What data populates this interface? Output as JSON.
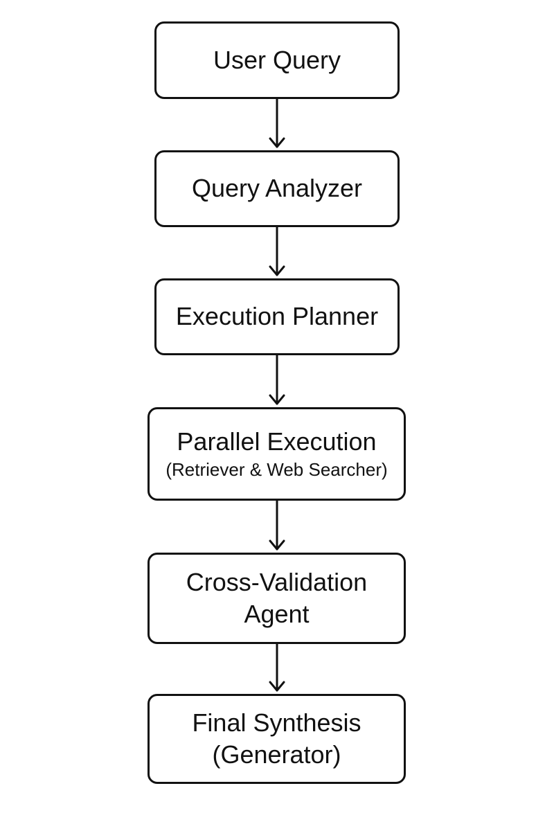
{
  "diagram": {
    "nodes": [
      {
        "id": "user-query",
        "lines": [
          "User Query"
        ]
      },
      {
        "id": "query-analyzer",
        "lines": [
          "Query Analyzer"
        ]
      },
      {
        "id": "execution-planner",
        "lines": [
          "Execution Planner"
        ]
      },
      {
        "id": "parallel-execution",
        "title": "Parallel Execution",
        "subtitle": "(Retriever & Web Searcher)"
      },
      {
        "id": "cross-validation-agent",
        "lines": [
          "Cross-Validation",
          "Agent"
        ]
      },
      {
        "id": "final-synthesis",
        "lines": [
          "Final Synthesis",
          "(Generator)"
        ]
      }
    ],
    "edges": [
      {
        "from": "user-query",
        "to": "query-analyzer"
      },
      {
        "from": "query-analyzer",
        "to": "execution-planner"
      },
      {
        "from": "execution-planner",
        "to": "parallel-execution"
      },
      {
        "from": "parallel-execution",
        "to": "cross-validation-agent"
      },
      {
        "from": "cross-validation-agent",
        "to": "final-synthesis"
      }
    ],
    "colors": {
      "stroke": "#111111",
      "text": "#111111",
      "background": "#ffffff"
    }
  }
}
